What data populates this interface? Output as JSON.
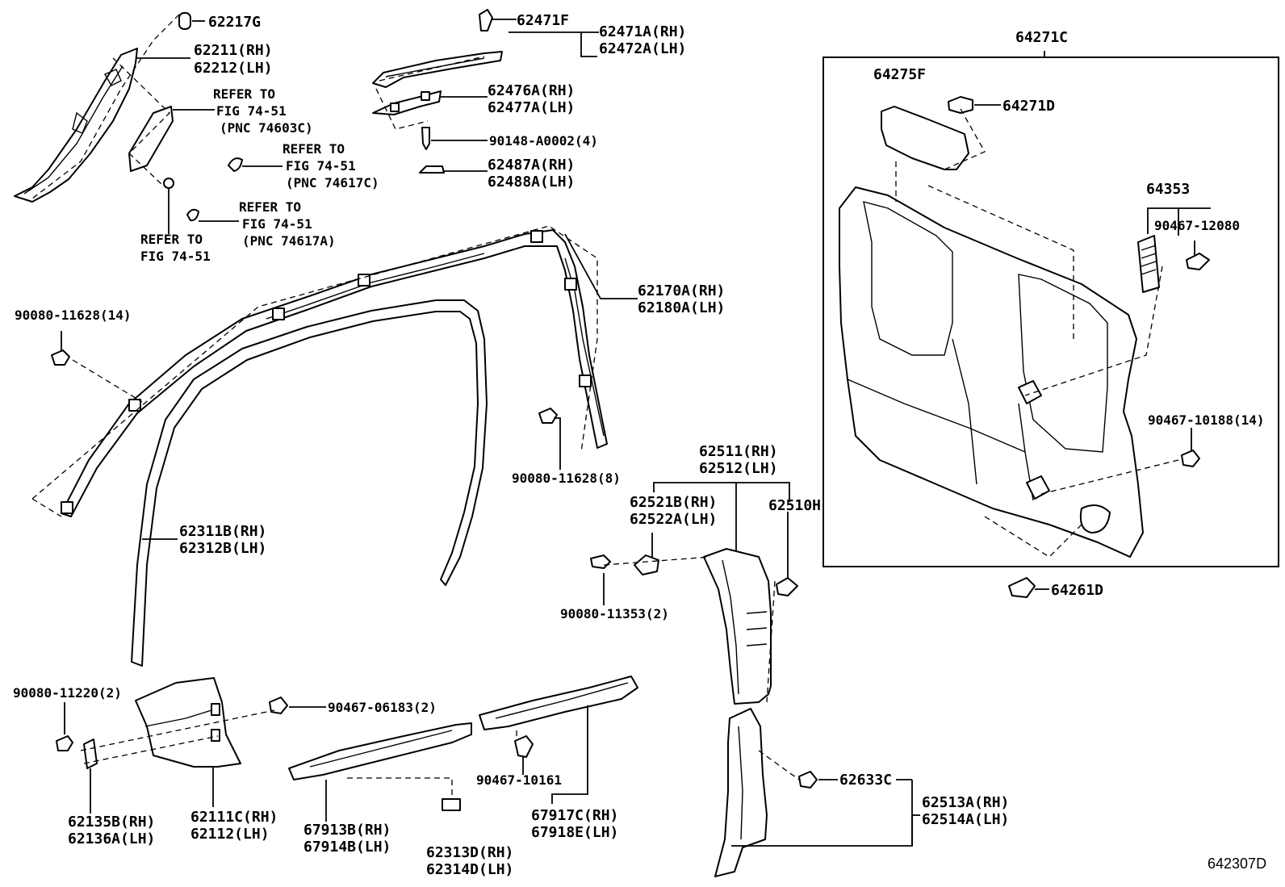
{
  "labels": {
    "p62217G": "62217G",
    "p62211": "62211(RH)",
    "p62212": "62212(LH)",
    "refer1a": "REFER TO",
    "refer1b": "FIG 74-51",
    "refer1c": "(PNC 74603C)",
    "refer2a": "REFER TO",
    "refer2b": "FIG 74-51",
    "refer2c": "(PNC 74617C)",
    "refer3a": "REFER TO",
    "refer3b": "FIG 74-51",
    "refer3c": "(PNC 74617A)",
    "refer4a": "REFER TO",
    "refer4b": "FIG 74-51",
    "p62471F": "62471F",
    "p62471A": "62471A(RH)",
    "p62472A": "62472A(LH)",
    "p62476A": "62476A(RH)",
    "p62477A": "62477A(LH)",
    "p90148": "90148-A0002(4)",
    "p62487A": "62487A(RH)",
    "p62488A": "62488A(LH)",
    "p64271C": "64271C",
    "p64275F": "64275F",
    "p64271D": "64271D",
    "p64353": "64353",
    "p90467_12080": "90467-12080",
    "p90467_10188": "90467-10188(14)",
    "p64261D": "64261D",
    "p90080_11628_14": "90080-11628(14)",
    "p62170A": "62170A(RH)",
    "p62180A": "62180A(LH)",
    "p90080_11628_8": "90080-11628(8)",
    "p62511": "62511(RH)",
    "p62512": "62512(LH)",
    "p62521B": "62521B(RH)",
    "p62522A": "62522A(LH)",
    "p62510H": "62510H",
    "p62311B": "62311B(RH)",
    "p62312B": "62312B(LH)",
    "p90080_11353": "90080-11353(2)",
    "p90080_11220": "90080-11220(2)",
    "p90467_06183": "90467-06183(2)",
    "p90467_10161": "90467-10161",
    "p62633C": "62633C",
    "p62513A": "62513A(RH)",
    "p62514A": "62514A(LH)",
    "p62135B": "62135B(RH)",
    "p62136A": "62136A(LH)",
    "p62111C": "62111C(RH)",
    "p62112": "62112(LH)",
    "p67913B": "67913B(RH)",
    "p67914B": "67914B(LH)",
    "p67917C": "67917C(RH)",
    "p67918E": "67918E(LH)",
    "p62313D": "62313D(RH)",
    "p62314D": "62314D(LH)",
    "figure_id": "642307D"
  }
}
